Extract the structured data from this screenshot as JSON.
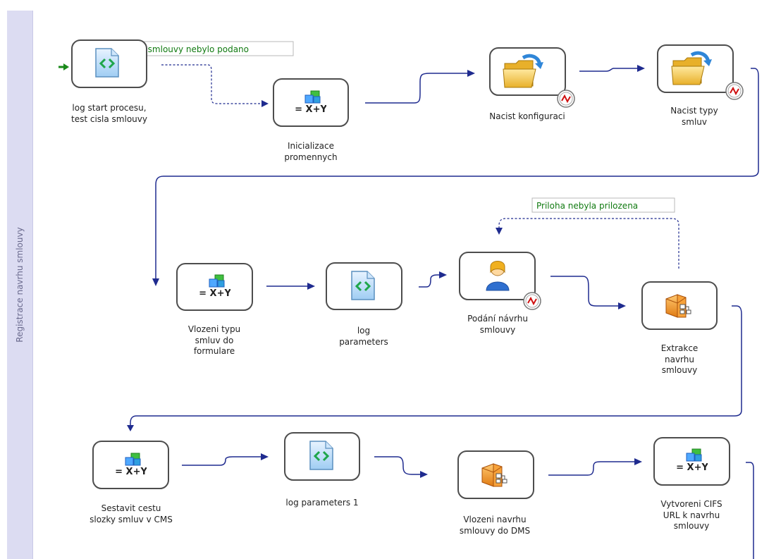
{
  "lane": {
    "label": "Registrace navrhu smlouvy"
  },
  "conditions": {
    "c1": "cislo smlouvy nebylo podano",
    "c2": "Priloha nebyla prilozena"
  },
  "nodes": {
    "log_start": {
      "label": "log start procesu, test cisla smlouvy",
      "icon": "script-icon"
    },
    "init_vars": {
      "label": "Inicializace promennych",
      "icon": "assign-icon"
    },
    "read_config": {
      "label": "Nacist konfiguraci",
      "icon": "folder-icon"
    },
    "read_types": {
      "label": "Nacist typy smluv",
      "icon": "folder-icon"
    },
    "insert_types": {
      "label": "Vlozeni typu smluv do formulare",
      "icon": "assign-icon"
    },
    "log_params": {
      "label": "log parameters",
      "icon": "script-icon"
    },
    "submit": {
      "label": "Podání návrhu smlouvy",
      "icon": "user-icon"
    },
    "extract": {
      "label": "Extrakce navrhu smlouvy",
      "icon": "package-icon"
    },
    "build_path": {
      "label": "Sestavit cestu slozky smluv v CMS",
      "icon": "assign-icon"
    },
    "log_params1": {
      "label": "log parameters 1",
      "icon": "script-icon"
    },
    "insert_dms": {
      "label": "Vlozeni navrhu smlouvy do DMS",
      "icon": "package-icon"
    },
    "cifs_url": {
      "label": "Vytvoreni CIFS URL k navrhu smlouvy",
      "icon": "assign-icon"
    }
  },
  "glyphs": {
    "assign": "= X+Y"
  },
  "colors": {
    "connector": "#1f2b8f",
    "condition_text": "#117a11",
    "lane": "#dcdcf2"
  }
}
